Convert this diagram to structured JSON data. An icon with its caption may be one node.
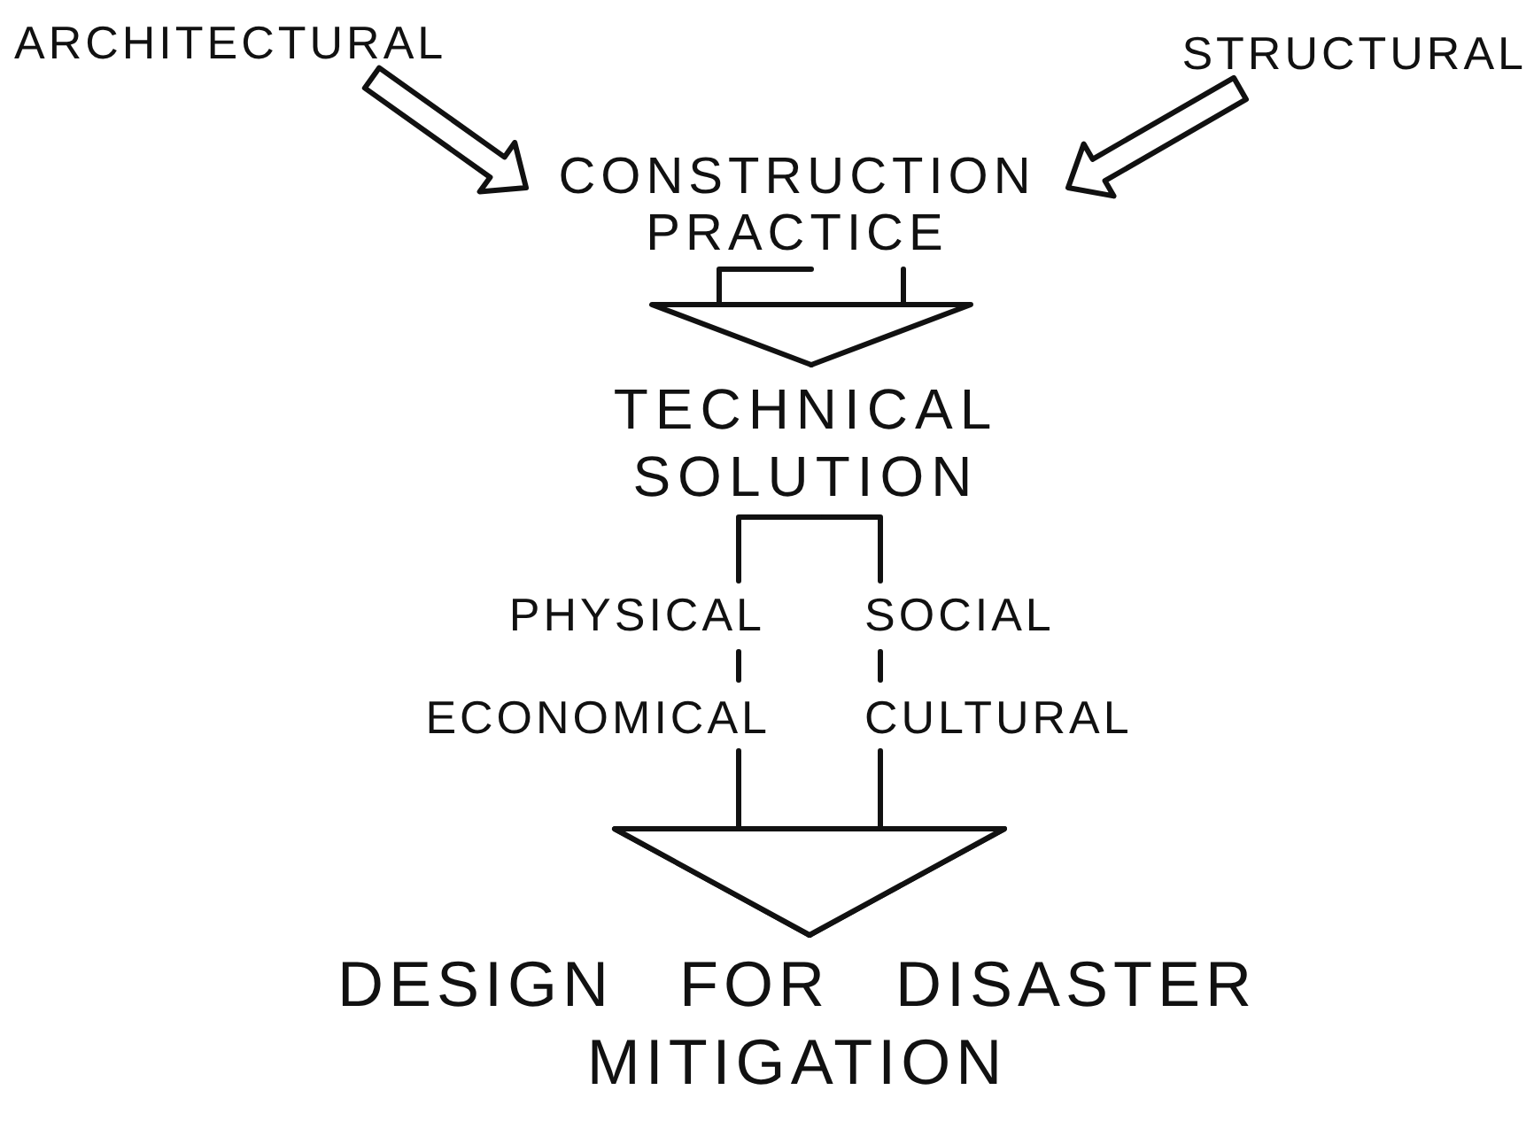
{
  "diagram": {
    "nodes": [
      {
        "text": [
          "ARCHITECTURAL"
        ]
      },
      {
        "text": [
          "STRUCTURAL"
        ]
      },
      {
        "text": [
          "CONSTRUCTION PRACTICE"
        ]
      },
      {
        "text": [
          "TECHNICAL SOLUTION"
        ]
      },
      {
        "text": [
          "PHYSICAL"
        ]
      },
      {
        "text": [
          "SOCIAL"
        ]
      },
      {
        "text": [
          "ECONOMICAL"
        ]
      },
      {
        "text": [
          "CULTURAL"
        ]
      },
      {
        "text": [
          "DESIGN FOR DISASTER MITIGATION"
        ]
      }
    ],
    "edges": [
      {
        "from": 0,
        "to": 2,
        "arrow": "to"
      },
      {
        "from": 1,
        "to": 2,
        "arrow": "to"
      },
      {
        "from": 2,
        "to": 3,
        "arrow": "to"
      },
      {
        "from": 3,
        "to": 4,
        "arrow": "none"
      },
      {
        "from": 3,
        "to": 5,
        "arrow": "none"
      },
      {
        "from": 4,
        "to": 6,
        "arrow": "none"
      },
      {
        "from": 5,
        "to": 7,
        "arrow": "none"
      },
      {
        "from": 6,
        "to": 8,
        "arrow": "to"
      },
      {
        "from": 7,
        "to": 8,
        "arrow": "to"
      }
    ]
  }
}
